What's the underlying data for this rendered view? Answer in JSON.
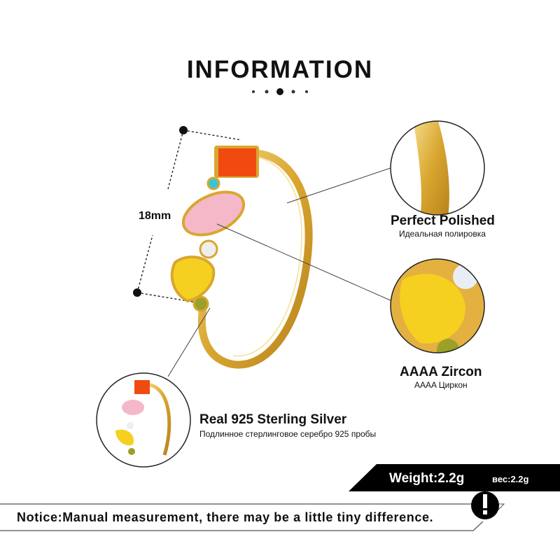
{
  "header": {
    "title": "INFORMATION"
  },
  "dimension": {
    "label": "18mm"
  },
  "features": [
    {
      "title": "Perfect  Polished",
      "subtitle": "Идеальная полировка"
    },
    {
      "title": "AAAA  Zircon",
      "subtitle": "AAAA Циркон"
    },
    {
      "title": "Real 925  Sterling  Silver",
      "subtitle": "Подлинное стерлинговое серебро 925 пробы"
    }
  ],
  "weight": {
    "label": "Weight:2.2g",
    "label_ru": "вес:2.2g"
  },
  "notice": {
    "text": "Notice:Manual measurement, there may be a little tiny difference.",
    "icon": "!"
  },
  "colors": {
    "gold": "#e0b040",
    "black": "#000000",
    "orange_stone": "#f04a10",
    "pink_stone": "#f4b8c8",
    "yellow_stone": "#f5d020",
    "olive_stone": "#9aa028",
    "blue_stone": "#30c8d8"
  }
}
